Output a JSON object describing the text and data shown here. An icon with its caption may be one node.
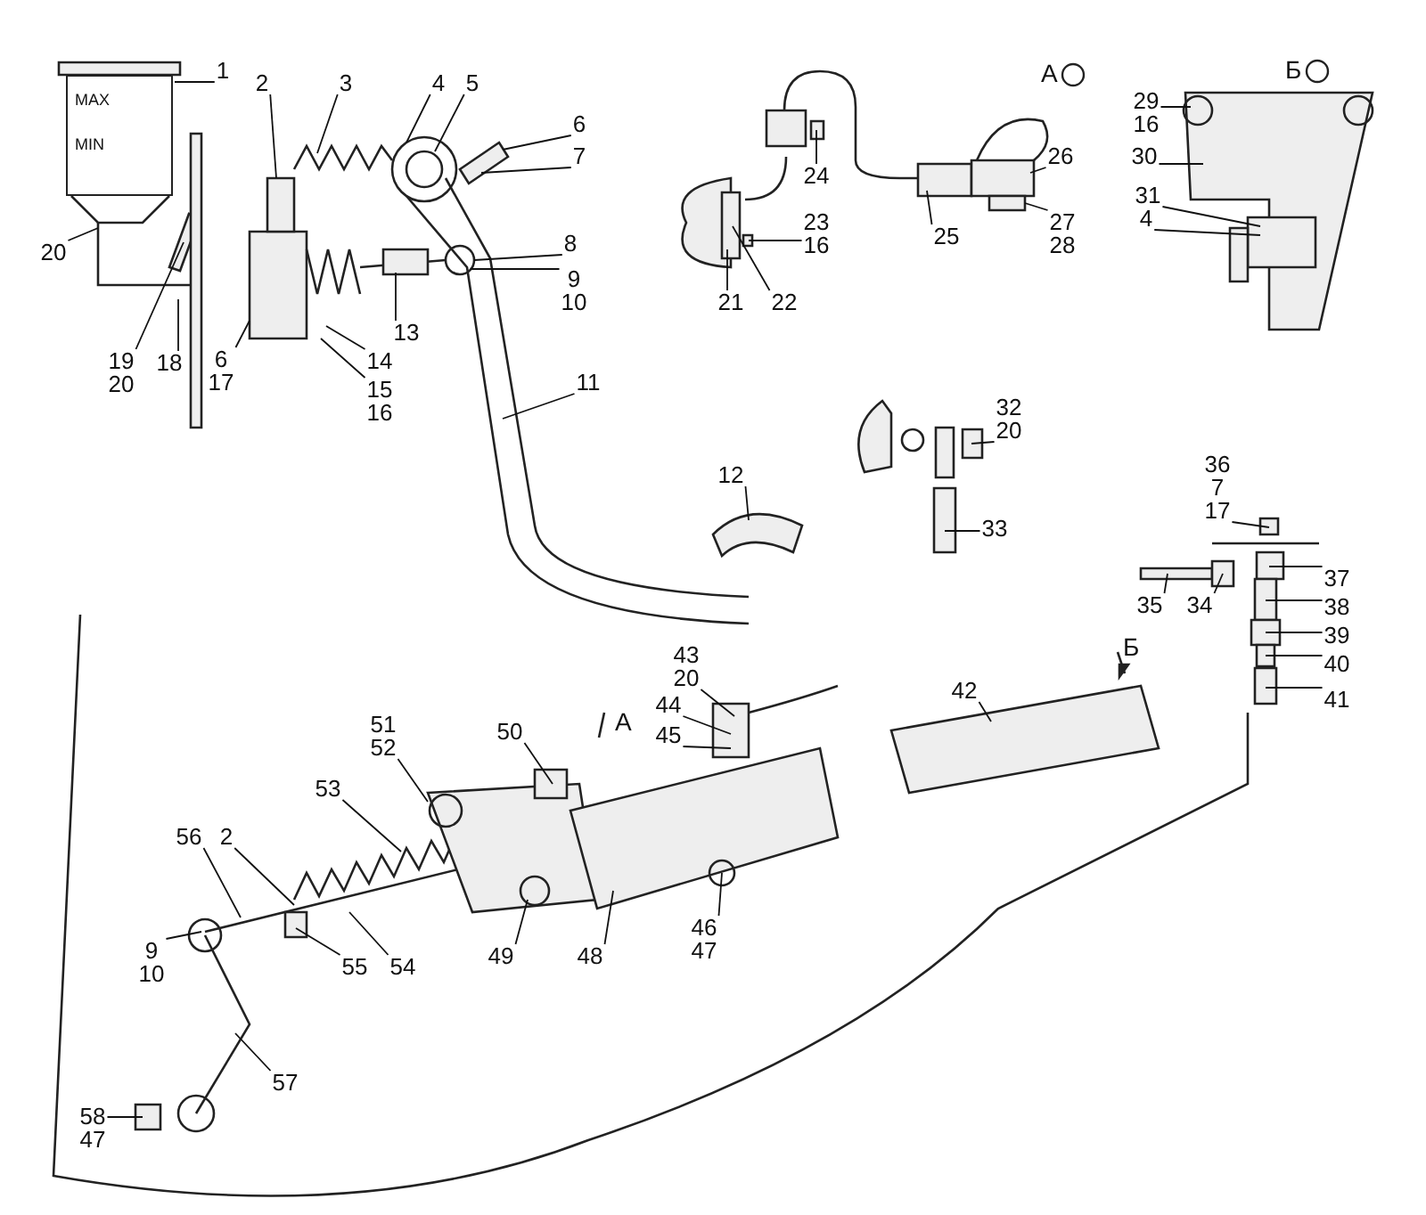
{
  "diagram": {
    "nodes": [
      {
        "text": [
          "1"
        ]
      },
      {
        "text": [
          "2"
        ]
      },
      {
        "text": [
          "3"
        ]
      },
      {
        "text": [
          "4"
        ]
      },
      {
        "text": [
          "5"
        ]
      },
      {
        "text": [
          "6"
        ]
      },
      {
        "text": [
          "7"
        ]
      },
      {
        "text": [
          "8"
        ]
      },
      {
        "text": [
          "9",
          "10"
        ]
      },
      {
        "text": [
          "20"
        ]
      },
      {
        "text": [
          "13"
        ]
      },
      {
        "text": [
          "19",
          "20"
        ]
      },
      {
        "text": [
          "18"
        ]
      },
      {
        "text": [
          "6",
          "17"
        ]
      },
      {
        "text": [
          "14"
        ]
      },
      {
        "text": [
          "15",
          "16"
        ]
      },
      {
        "text": [
          "11"
        ]
      },
      {
        "text": [
          "24"
        ]
      },
      {
        "text": [
          "23",
          "16"
        ]
      },
      {
        "text": [
          "21"
        ]
      },
      {
        "text": [
          "22"
        ]
      },
      {
        "text": [
          "26"
        ]
      },
      {
        "text": [
          "25"
        ]
      },
      {
        "text": [
          "27",
          "28"
        ]
      },
      {
        "text": [
          "29",
          "16"
        ]
      },
      {
        "text": [
          "30"
        ]
      },
      {
        "text": [
          "31"
        ]
      },
      {
        "text": [
          "4"
        ]
      },
      {
        "text": [
          "32",
          "20"
        ]
      },
      {
        "text": [
          "12"
        ]
      },
      {
        "text": [
          "33"
        ]
      },
      {
        "text": [
          "36",
          "7",
          "17"
        ]
      },
      {
        "text": [
          "37"
        ]
      },
      {
        "text": [
          "35"
        ]
      },
      {
        "text": [
          "34"
        ]
      },
      {
        "text": [
          "38"
        ]
      },
      {
        "text": [
          "39"
        ]
      },
      {
        "text": [
          "40"
        ]
      },
      {
        "text": [
          "41"
        ]
      },
      {
        "text": [
          "43",
          "20"
        ]
      },
      {
        "text": [
          "44"
        ]
      },
      {
        "text": [
          "45"
        ]
      },
      {
        "text": [
          "42"
        ]
      },
      {
        "text": [
          "51",
          "52"
        ]
      },
      {
        "text": [
          "50"
        ]
      },
      {
        "text": [
          "53"
        ]
      },
      {
        "text": [
          "56"
        ]
      },
      {
        "text": [
          "2"
        ]
      },
      {
        "text": [
          "9",
          "10"
        ]
      },
      {
        "text": [
          "55"
        ]
      },
      {
        "text": [
          "54"
        ]
      },
      {
        "text": [
          "49"
        ]
      },
      {
        "text": [
          "48"
        ]
      },
      {
        "text": [
          "46",
          "47"
        ]
      },
      {
        "text": [
          "57"
        ]
      },
      {
        "text": [
          "58",
          "47"
        ]
      },
      {
        "text": [
          "MAX",
          "MIN"
        ]
      }
    ],
    "edges": [
      {
        "from": 0,
        "to": 56,
        "arrow": "none"
      },
      {
        "from": 1,
        "to": null,
        "arrow": "none"
      },
      {
        "from": 2,
        "to": null,
        "arrow": "none"
      },
      {
        "from": 3,
        "to": null,
        "arrow": "none"
      },
      {
        "from": 4,
        "to": null,
        "arrow": "none"
      },
      {
        "from": 5,
        "to": null,
        "arrow": "none"
      },
      {
        "from": 6,
        "to": null,
        "arrow": "none"
      },
      {
        "from": 7,
        "to": null,
        "arrow": "none"
      },
      {
        "from": 8,
        "to": null,
        "arrow": "none"
      },
      {
        "from": 9,
        "to": null,
        "arrow": "none"
      },
      {
        "from": 10,
        "to": null,
        "arrow": "none"
      },
      {
        "from": 11,
        "to": null,
        "arrow": "none"
      },
      {
        "from": 12,
        "to": null,
        "arrow": "none"
      },
      {
        "from": 13,
        "to": null,
        "arrow": "none"
      },
      {
        "from": 14,
        "to": null,
        "arrow": "none"
      },
      {
        "from": 15,
        "to": null,
        "arrow": "none"
      },
      {
        "from": 16,
        "to": null,
        "arrow": "none"
      },
      {
        "from": 17,
        "to": null,
        "arrow": "none"
      },
      {
        "from": 18,
        "to": null,
        "arrow": "none"
      },
      {
        "from": 19,
        "to": null,
        "arrow": "none"
      },
      {
        "from": 20,
        "to": null,
        "arrow": "none"
      },
      {
        "from": 21,
        "to": null,
        "arrow": "none"
      },
      {
        "from": 22,
        "to": null,
        "arrow": "none"
      },
      {
        "from": 23,
        "to": null,
        "arrow": "none"
      },
      {
        "from": 24,
        "to": null,
        "arrow": "none"
      },
      {
        "from": 25,
        "to": null,
        "arrow": "none"
      },
      {
        "from": 26,
        "to": null,
        "arrow": "none"
      },
      {
        "from": 27,
        "to": null,
        "arrow": "none"
      },
      {
        "from": 28,
        "to": null,
        "arrow": "none"
      },
      {
        "from": 29,
        "to": null,
        "arrow": "none"
      },
      {
        "from": 30,
        "to": null,
        "arrow": "none"
      },
      {
        "from": 31,
        "to": null,
        "arrow": "none"
      },
      {
        "from": 32,
        "to": null,
        "arrow": "none"
      },
      {
        "from": 33,
        "to": null,
        "arrow": "none"
      },
      {
        "from": 34,
        "to": null,
        "arrow": "none"
      },
      {
        "from": 35,
        "to": null,
        "arrow": "none"
      },
      {
        "from": 36,
        "to": null,
        "arrow": "none"
      },
      {
        "from": 37,
        "to": null,
        "arrow": "none"
      },
      {
        "from": 38,
        "to": null,
        "arrow": "none"
      },
      {
        "from": 39,
        "to": null,
        "arrow": "none"
      },
      {
        "from": 40,
        "to": null,
        "arrow": "none"
      },
      {
        "from": 41,
        "to": null,
        "arrow": "none"
      },
      {
        "from": 42,
        "to": null,
        "arrow": "none"
      },
      {
        "from": 43,
        "to": null,
        "arrow": "none"
      },
      {
        "from": 44,
        "to": null,
        "arrow": "none"
      },
      {
        "from": 45,
        "to": null,
        "arrow": "none"
      },
      {
        "from": 46,
        "to": null,
        "arrow": "none"
      },
      {
        "from": 47,
        "to": null,
        "arrow": "none"
      },
      {
        "from": 48,
        "to": null,
        "arrow": "none"
      },
      {
        "from": 49,
        "to": null,
        "arrow": "none"
      },
      {
        "from": 50,
        "to": null,
        "arrow": "none"
      },
      {
        "from": 51,
        "to": null,
        "arrow": "none"
      },
      {
        "from": 52,
        "to": null,
        "arrow": "none"
      },
      {
        "from": 53,
        "to": null,
        "arrow": "none"
      },
      {
        "from": 54,
        "to": null,
        "arrow": "none"
      },
      {
        "from": 55,
        "to": null,
        "arrow": "none"
      }
    ],
    "labels": [
      "А",
      "Б",
      "Б",
      "А"
    ]
  }
}
